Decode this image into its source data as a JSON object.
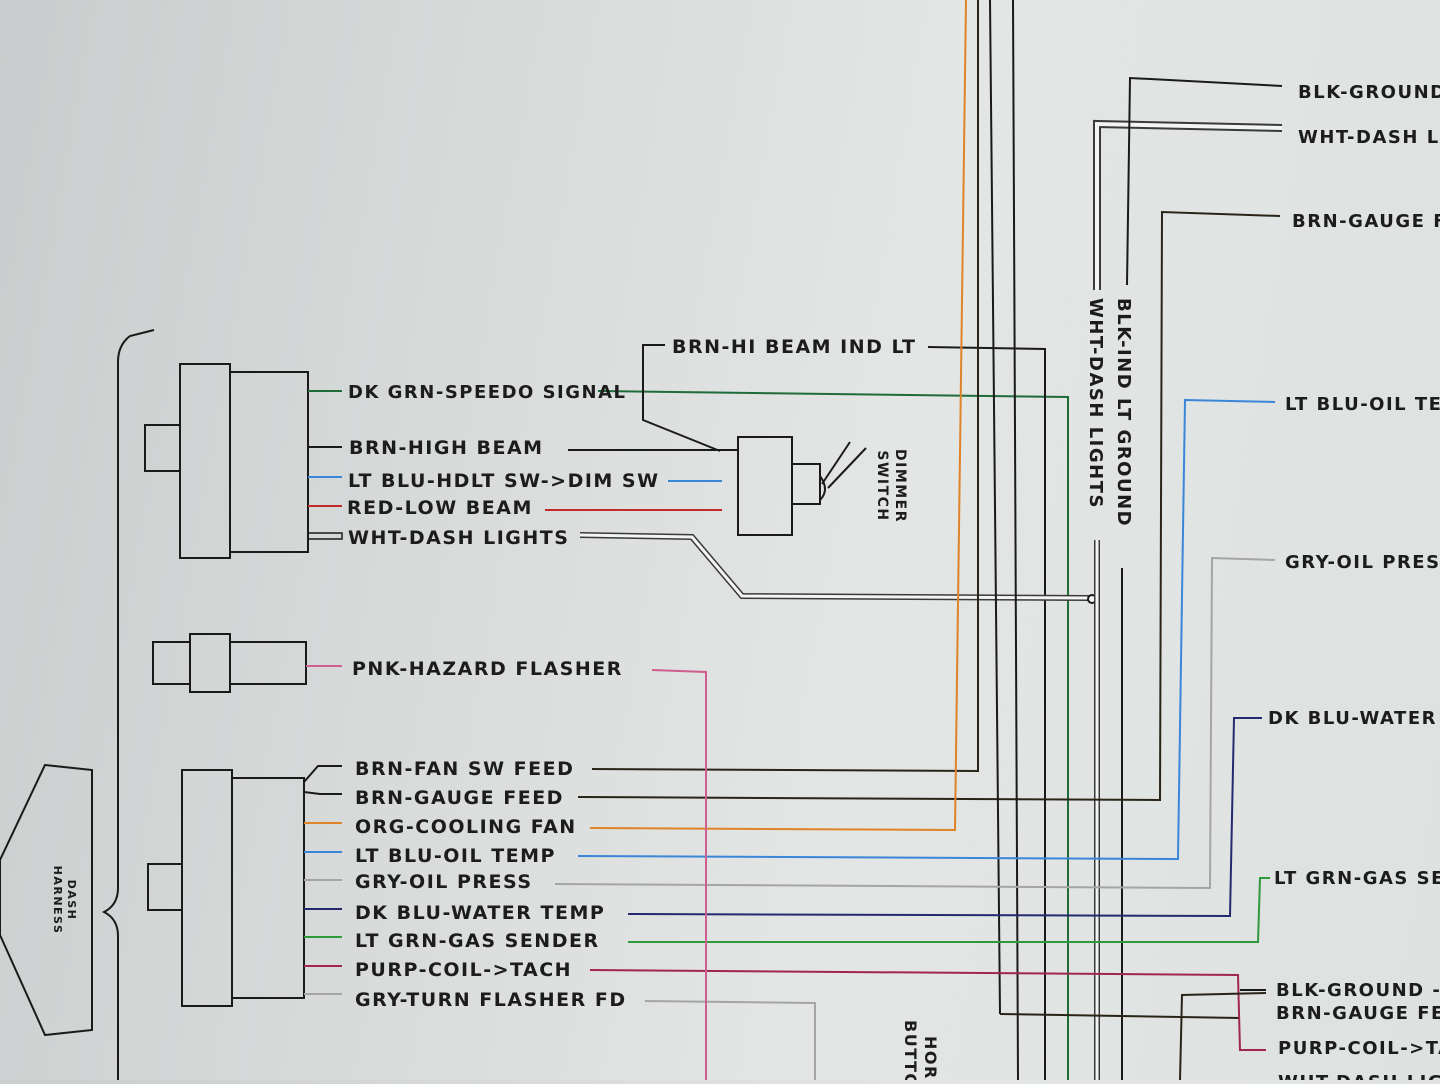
{
  "colors": {
    "black": "#1a1a1a",
    "brown": "#2a2418",
    "dark_green": "#1f6b3a",
    "light_blue": "#3a86d8",
    "red": "#c42a2a",
    "white_wire": "#f4f4f4",
    "pink": "#cf5d8e",
    "orange": "#e0822a",
    "gray": "#a5a5a5",
    "dark_blue": "#252a70",
    "light_green": "#2f9a3c",
    "purple": "#a0264e"
  },
  "left_labels": [
    "DK GRN-SPEEDO SIGNAL",
    "BRN-HIGH BEAM",
    "LT BLU-HDLT SW->DIM SW",
    "RED-LOW BEAM",
    "WHT-DASH LIGHTS",
    "PNK-HAZARD FLASHER",
    "BRN-FAN SW FEED",
    "BRN-GAUGE FEED",
    "ORG-COOLING FAN",
    "LT BLU-OIL TEMP",
    "GRY-OIL PRESS",
    "DK BLU-WATER TEMP",
    "LT GRN-GAS SENDER",
    "PURP-COIL->TACH",
    "GRY-TURN FLASHER FD"
  ],
  "hi_beam_label": "BRN-HI BEAM IND LT",
  "dimmer_switch_label": [
    "DIMMER",
    "SWITCH"
  ],
  "dash_harness_label": [
    "DASH",
    "HARNESS"
  ],
  "vertical_labels": [
    "WHT-DASH LIGHTS",
    "BLK-IND LT GROUND"
  ],
  "right_labels": [
    "BLK-GROUND",
    "WHT-DASH LI",
    "BRN-GAUGE F",
    "LT BLU-OIL TE",
    "GRY-OIL PRES",
    "DK BLU-WATER",
    "LT GRN-GAS SE",
    "BLK-GROUND -",
    "BRN-GAUGE FE",
    "PURP-COIL->TA",
    "WHT-DASH LIG"
  ],
  "horn_button_label": [
    "HORN",
    "BUTTO"
  ]
}
